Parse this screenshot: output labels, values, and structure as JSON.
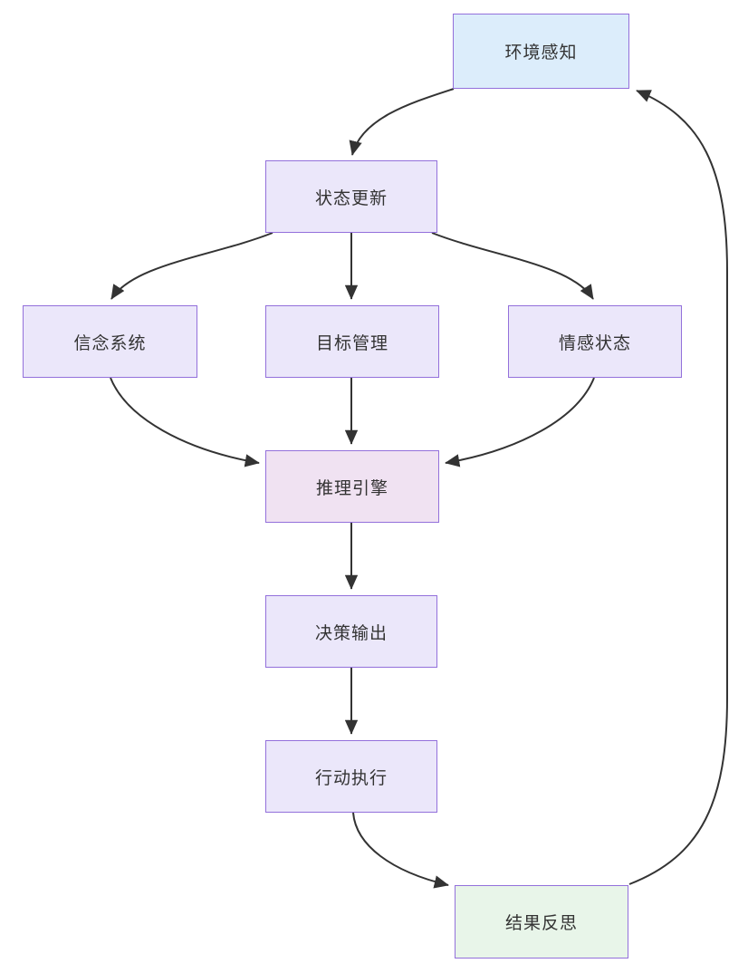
{
  "diagram": {
    "title": "agent-cognition-flowchart",
    "colors": {
      "edge": "#333333",
      "text": "#333333",
      "node_border": "#9370DB",
      "default_fill": "#ebe7fa",
      "perception_fill": "#dcedfb",
      "reasoning_fill": "#f0e2f2",
      "reflection_fill": "#e8f5e9",
      "background": "#ffffff"
    },
    "nodes": {
      "env": {
        "label": "环境感知",
        "fill": "#dcedfb"
      },
      "state": {
        "label": "状态更新",
        "fill": "#ebe7fa"
      },
      "belief": {
        "label": "信念系统",
        "fill": "#ebe7fa"
      },
      "goal": {
        "label": "目标管理",
        "fill": "#ebe7fa"
      },
      "emotion": {
        "label": "情感状态",
        "fill": "#ebe7fa"
      },
      "reason": {
        "label": "推理引擎",
        "fill": "#f0e2f2"
      },
      "decision": {
        "label": "决策输出",
        "fill": "#ebe7fa"
      },
      "action": {
        "label": "行动执行",
        "fill": "#ebe7fa"
      },
      "result": {
        "label": "结果反思",
        "fill": "#e8f5e9"
      }
    },
    "edges": [
      {
        "from": "env",
        "to": "state"
      },
      {
        "from": "state",
        "to": "belief"
      },
      {
        "from": "state",
        "to": "goal"
      },
      {
        "from": "state",
        "to": "emotion"
      },
      {
        "from": "belief",
        "to": "reason"
      },
      {
        "from": "goal",
        "to": "reason"
      },
      {
        "from": "emotion",
        "to": "reason"
      },
      {
        "from": "reason",
        "to": "decision"
      },
      {
        "from": "decision",
        "to": "action"
      },
      {
        "from": "action",
        "to": "result"
      },
      {
        "from": "result",
        "to": "env"
      }
    ]
  }
}
